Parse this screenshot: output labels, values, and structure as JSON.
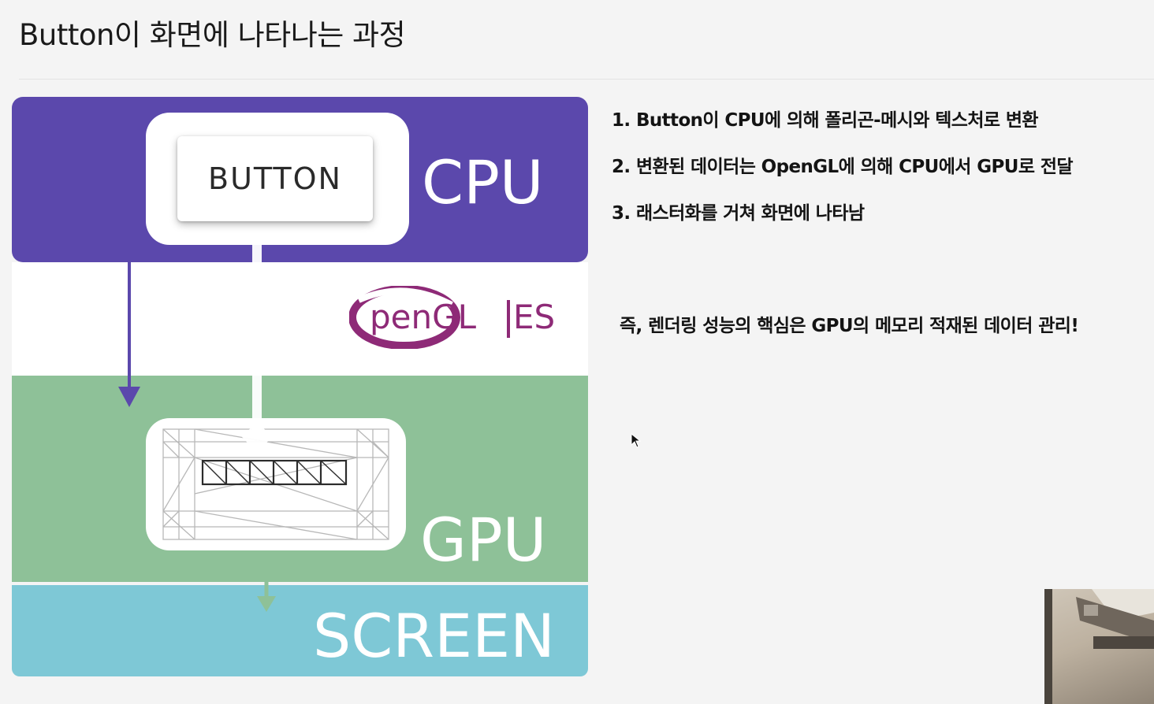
{
  "title": "Button이 화면에 나타나는 과정",
  "diagram": {
    "button_label": "BUTTON",
    "cpu_label": "CPU",
    "gpu_label": "GPU",
    "screen_label": "SCREEN",
    "logo_text_gl": "penGL",
    "logo_text_es": "ES",
    "colors": {
      "cpu": "#5b48ac",
      "gpu": "#8ec198",
      "screen": "#7ec8d6",
      "logo": "#8e2a77"
    }
  },
  "points": [
    "1. Button이 CPU에 의해 폴리곤-메시와 텍스처로 변환",
    "2. 변환된 데이터는 OpenGL에 의해 CPU에서 GPU로 전달",
    "3. 래스터화를 거쳐 화면에 나타남"
  ],
  "summary": "즉, 렌더링 성능의 핵심은 GPU의 메모리 적재된 데이터 관리!"
}
